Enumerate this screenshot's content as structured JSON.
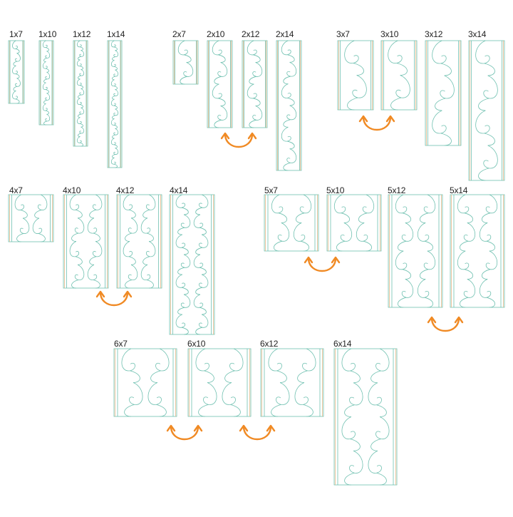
{
  "colors": {
    "design_stroke": "#6fc0b0",
    "rail_stroke": "#e8b98a",
    "arrow": "#f08a24",
    "label": "#222222"
  },
  "groups": [
    {
      "name": "group-1",
      "sizes": [
        {
          "label": "1x7"
        },
        {
          "label": "1x10"
        },
        {
          "label": "1x12"
        },
        {
          "label": "1x14"
        }
      ]
    },
    {
      "name": "group-2",
      "sizes": [
        {
          "label": "2x7"
        },
        {
          "label": "2x10"
        },
        {
          "label": "2x12"
        },
        {
          "label": "2x14"
        }
      ]
    },
    {
      "name": "group-3",
      "sizes": [
        {
          "label": "3x7"
        },
        {
          "label": "3x10"
        },
        {
          "label": "3x12"
        },
        {
          "label": "3x14"
        }
      ]
    },
    {
      "name": "group-4",
      "sizes": [
        {
          "label": "4x7"
        },
        {
          "label": "4x10"
        },
        {
          "label": "4x12"
        },
        {
          "label": "4x14"
        }
      ]
    },
    {
      "name": "group-5",
      "sizes": [
        {
          "label": "5x7"
        },
        {
          "label": "5x10"
        },
        {
          "label": "5x12"
        },
        {
          "label": "5x14"
        }
      ]
    },
    {
      "name": "group-6",
      "sizes": [
        {
          "label": "6x7"
        },
        {
          "label": "6x10"
        },
        {
          "label": "6x12"
        },
        {
          "label": "6x14"
        }
      ]
    }
  ],
  "arrow_icon": "curved-double-arrow-icon"
}
